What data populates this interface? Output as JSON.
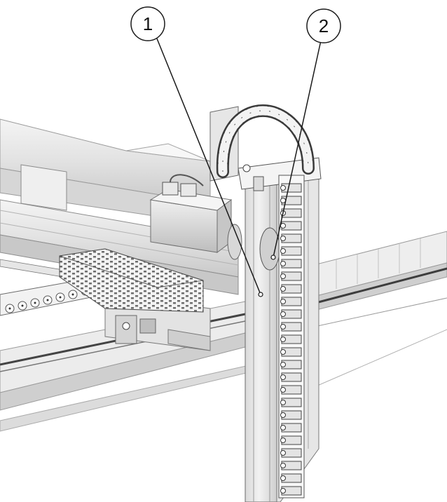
{
  "diagram": {
    "callouts": [
      {
        "id": "1",
        "label": "1"
      },
      {
        "id": "2",
        "label": "2"
      }
    ]
  },
  "colors": {
    "ink": "#1a1a1a",
    "metal_light": "#e9e9e9",
    "metal_mid": "#cfcfcf",
    "metal_dark": "#8f8f8f",
    "background": "#ffffff"
  }
}
